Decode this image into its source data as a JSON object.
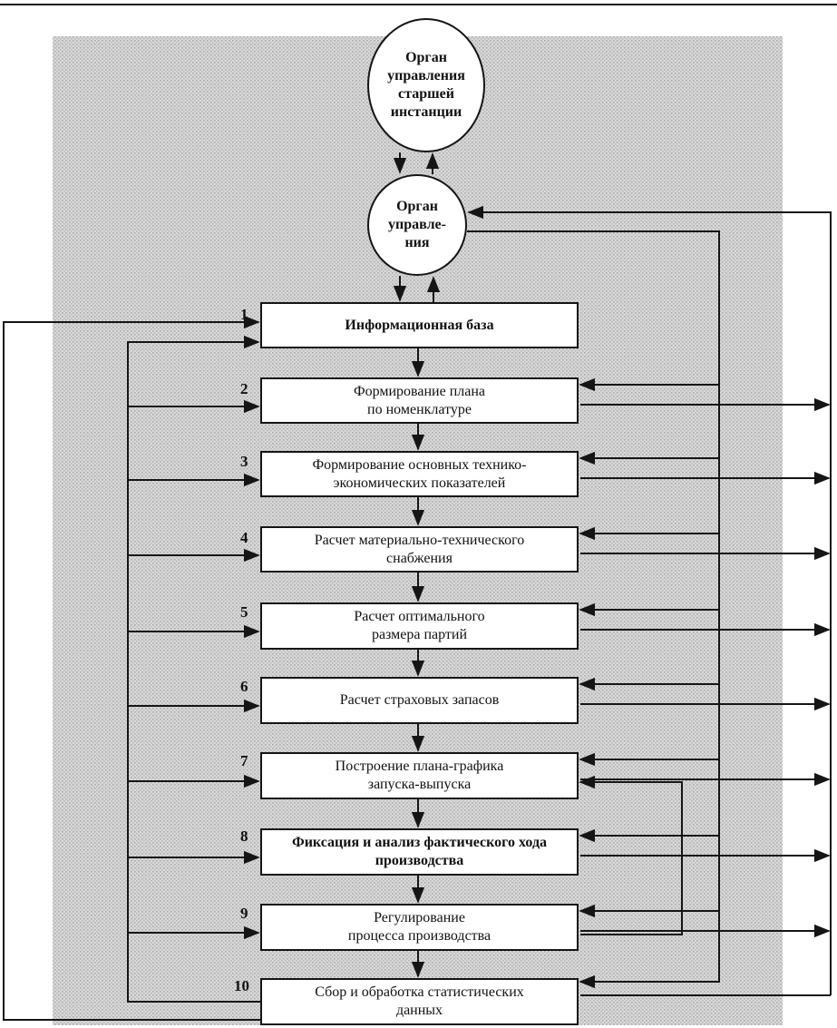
{
  "diagram": {
    "top_circle": {
      "lines": [
        "Орган",
        "управления",
        "старшей",
        "инстанции"
      ]
    },
    "mid_circle": {
      "lines": [
        "Орган",
        "управле-",
        "ния"
      ]
    },
    "blocks": [
      {
        "number": "1",
        "lines": [
          "Информационная база"
        ]
      },
      {
        "number": "2",
        "lines": [
          "Формирование плана",
          "по номенклатуре"
        ]
      },
      {
        "number": "3",
        "lines": [
          "Формирование основных технико-",
          "экономических показателей"
        ]
      },
      {
        "number": "4",
        "lines": [
          "Расчет материально-технического",
          "снабжения"
        ]
      },
      {
        "number": "5",
        "lines": [
          "Расчет оптимального",
          "размера партий"
        ]
      },
      {
        "number": "6",
        "lines": [
          "Расчет страховых запасов"
        ]
      },
      {
        "number": "7",
        "lines": [
          "Построение плана-графика",
          "запуска-выпуска"
        ]
      },
      {
        "number": "8",
        "lines": [
          "Фиксация и анализ фактического хода",
          "производства"
        ]
      },
      {
        "number": "9",
        "lines": [
          "Регулирование",
          "процесса производства"
        ]
      },
      {
        "number": "10",
        "lines": [
          "Сбор и обработка статистических",
          "данных"
        ]
      }
    ],
    "colors": {
      "background_texture": "#c9c9c9",
      "line": "#151515",
      "box_fill": "#ffffff"
    }
  }
}
